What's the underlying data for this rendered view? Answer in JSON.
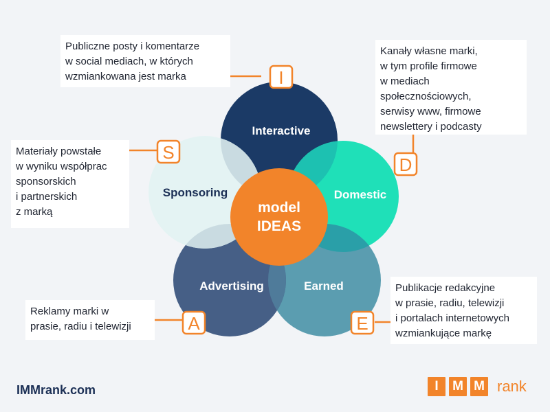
{
  "center": {
    "line1": "model",
    "line2": "IDEAS"
  },
  "petals": {
    "interactive": {
      "label": "Interactive",
      "letter": "I",
      "color": "#1b3a66"
    },
    "domestic": {
      "label": "Domestic",
      "letter": "D",
      "color": "#1fe0b8"
    },
    "earned": {
      "label": "Earned",
      "letter": "E",
      "color": "#5b9db0"
    },
    "advertising": {
      "label": "Advertising",
      "letter": "A",
      "color": "#465f86"
    },
    "sponsoring": {
      "label": "Sponsoring",
      "letter": "S",
      "color": "#e4f3f3"
    }
  },
  "descriptions": {
    "i": "Publiczne posty i komentarze\nw social mediach, w których\nwzmiankowana jest marka",
    "d": "Kanały własne marki,\nw tym profile firmowe\nw mediach\nspołecznościowych,\nserwisy www, firmowe\nnewslettery i podcasty",
    "s": "Materiały powstałe\nw wyniku współprac\nsponsorskich\ni partnerskich\nz marką",
    "a": "Reklamy marki w\nprasie, radiu i telewizji",
    "e": "Publikacje redakcyjne\nw prasie, radiu, telewizji\ni portalach internetowych\nwzmiankujące markę"
  },
  "footer": {
    "url": "IMMrank.com",
    "brand_letters": [
      "I",
      "M",
      "M"
    ],
    "brand_word": "rank"
  },
  "colors": {
    "accent": "#f2842a",
    "navy": "#1b2f55",
    "background": "#f2f4f7"
  }
}
